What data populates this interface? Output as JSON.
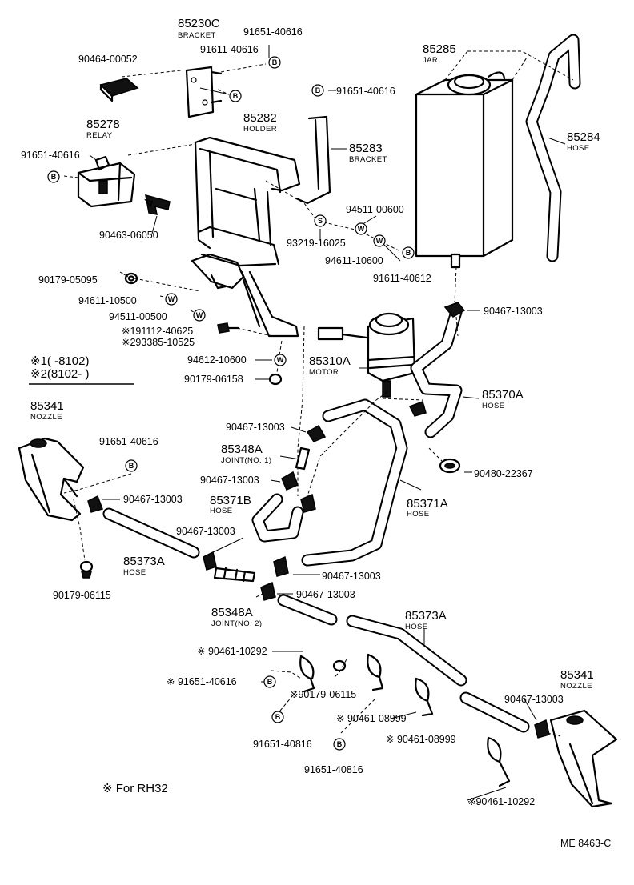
{
  "labels": {
    "p85230c": "85230C",
    "bracket1": "BRACKET",
    "p91651_40616_top": "91651-40616",
    "p91611_40616": "91611-40616",
    "p90464": "90464-00052",
    "p85278": "85278",
    "relay": "RELAY",
    "p91651_40616_relay": "91651-40616",
    "p85282": "85282",
    "holder": "HOLDER",
    "p91651_40616_mid": "91651-40616",
    "p85283": "85283",
    "bracket2": "BRACKET",
    "p85285": "85285",
    "jar": "JAR",
    "p85284": "85284",
    "hose_84": "HOSE",
    "p94511_00600": "94511-00600",
    "p90463": "90463-06050",
    "p93219": "93219-16025",
    "p94611_10600": "94611-10600",
    "p91611_40612": "91611-40612",
    "p90179_05095": "90179-05095",
    "p94611_10500": "94611-10500",
    "p94511_00500": "94511-00500",
    "p191112": "※191112-40625",
    "p293385": "※293385-10525",
    "p90467_a": "90467-13003",
    "note1": "※1(      -8102)",
    "note2": "※2(8102-       )",
    "p94612": "94612-10600",
    "p85310a": "85310A",
    "motor": "MOTOR",
    "p90179_06158": "90179-06158",
    "p85370a": "85370A",
    "hose_70": "HOSE",
    "p85341_l": "85341",
    "nozzle_l": "NOZZLE",
    "p90467_b": "90467-13003",
    "p85348a_1": "85348A",
    "joint1": "JOINT(NO. 1)",
    "p91651_40616_noz": "91651-40616",
    "p90480": "90480-22367",
    "p90467_c": "90467-13003",
    "p90467_d": "90467-13003",
    "p85371b": "85371B",
    "hose_71b": "HOSE",
    "p85371a": "85371A",
    "hose_71a": "HOSE",
    "p90467_e": "90467-13003",
    "p85373a_l": "85373A",
    "hose_73l": "HOSE",
    "p90467_f": "90467-13003",
    "p90179_06115_l": "90179-06115",
    "p90467_g": "90467-13003",
    "p85348a_2": "85348A",
    "joint2": "JOINT(NO. 2)",
    "p85373a_r": "85373A",
    "hose_73r": "HOSE",
    "p90461_10292_a": "※ 90461-10292",
    "p91651_40616_b": "※ 91651-40616",
    "p90179_06115_r": "※90179-06115",
    "p90467_h": "90467-13003",
    "p85341_r": "85341",
    "nozzle_r": "NOZZLE",
    "p90461_08999_a": "※ 90461-08999",
    "p91651_40816_a": "91651-40816",
    "p90461_08999_b": "※ 90461-08999",
    "p91651_40816_b": "91651-40816",
    "p90461_10292_b": "※90461-10292",
    "footnote": "※ For  RH32",
    "ref": "ME  8463-C"
  },
  "symbols": {
    "b": "B",
    "w": "W",
    "s": "S"
  }
}
